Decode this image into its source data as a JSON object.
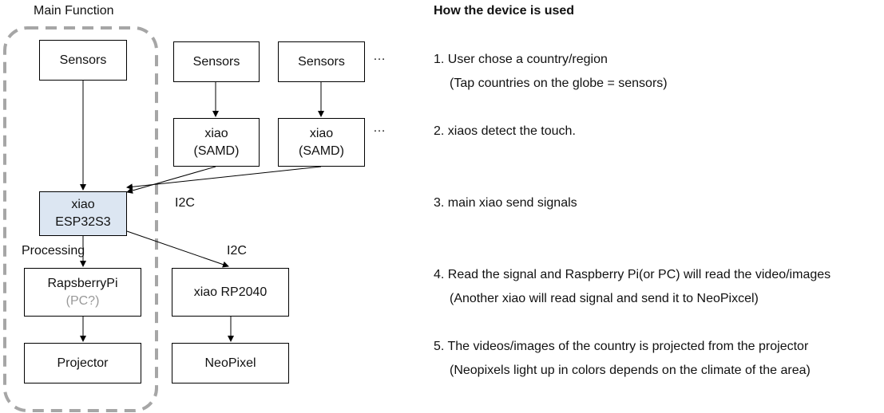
{
  "group": {
    "title": "Main Function"
  },
  "boxes": {
    "sensors_main": "Sensors",
    "sensors_2": "Sensors",
    "sensors_3": "Sensors",
    "xiao_samd_1": [
      "xiao",
      "(SAMD)"
    ],
    "xiao_samd_2": [
      "xiao",
      "(SAMD)"
    ],
    "xiao_esp": [
      "xiao",
      "ESP32S3"
    ],
    "raspberry": [
      "RapsberryPi",
      "(PC?)"
    ],
    "xiao_rp2040": "xiao RP2040",
    "projector": "Projector",
    "neopixel": "NeoPixel"
  },
  "labels": {
    "i2c_left": "I2C",
    "i2c_right": "I2C",
    "processing": "Processing",
    "ellipsis_1": "…",
    "ellipsis_2": "…"
  },
  "colors": {
    "highlight_box": "#dce6f2",
    "group_border": "#a6a6a6",
    "muted_text": "#999999"
  },
  "usage": {
    "heading": "How the device is used",
    "steps": [
      {
        "main": "1. User chose a country/region",
        "sub": "(Tap countries on the globe = sensors)"
      },
      {
        "main": "2. xiaos detect the touch.",
        "sub": ""
      },
      {
        "main": "3. main xiao send signals",
        "sub": ""
      },
      {
        "main": "4. Read the signal and Raspberry Pi(or PC) will read the video/images",
        "sub": "(Another xiao will read signal and send it to NeoPixcel)"
      },
      {
        "main": "5. The videos/images of the country is projected from the projector",
        "sub": "(Neopixels light up in colors depends on the climate of the area)"
      }
    ]
  }
}
